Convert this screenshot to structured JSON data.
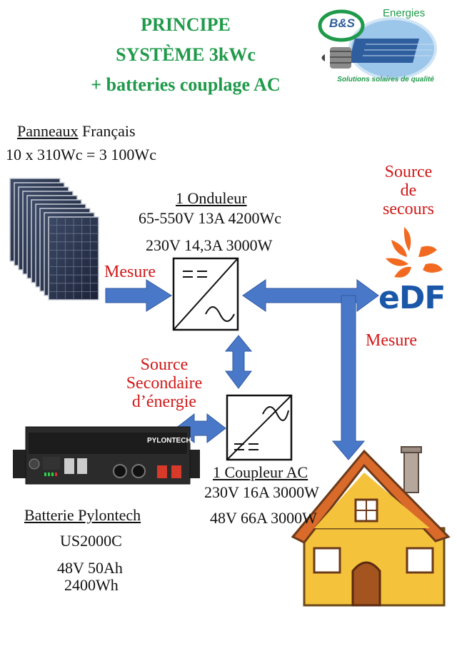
{
  "title": {
    "line1": "PRINCIPE",
    "line2": "SYSTÈME 3kWc",
    "line3": "+ batteries couplage AC"
  },
  "logo": {
    "brand": "B&S",
    "energies": "Energies",
    "tagline": "Solutions solaires de qualité"
  },
  "panels": {
    "heading": "Panneaux",
    "heading_rest": " Français",
    "spec": "10 x 310Wc = 3 100Wc"
  },
  "inverter": {
    "heading": "1 Onduleur",
    "spec1": "65-550V 13A 4200Wc",
    "spec2": "230V 14,3A 3000W"
  },
  "grid": {
    "label1": "Source",
    "label2": "de",
    "label3": "secours",
    "logo_text": "eDF"
  },
  "labels": {
    "mesure_left": "Mesure",
    "mesure_right": "Mesure",
    "secondary1": "Source",
    "secondary2": "Secondaire",
    "secondary3": "d’énergie"
  },
  "coupler": {
    "heading": "1 Coupleur AC",
    "spec1": "230V 16A 3000W",
    "spec2": "48V 66A 3000W"
  },
  "battery": {
    "heading": "Batterie Pylontech",
    "model": "US2000C",
    "spec1": "48V 50Ah",
    "spec2": "2400Wh",
    "device_brand": "PYLONTECH"
  },
  "colors": {
    "title_green": "#1f9a4a",
    "label_red": "#d01818",
    "arrow_blue": "#4a78c8",
    "edf_blue": "#1a57a8",
    "edf_orange": "#f26a21",
    "house_yellow": "#f5c33b"
  }
}
